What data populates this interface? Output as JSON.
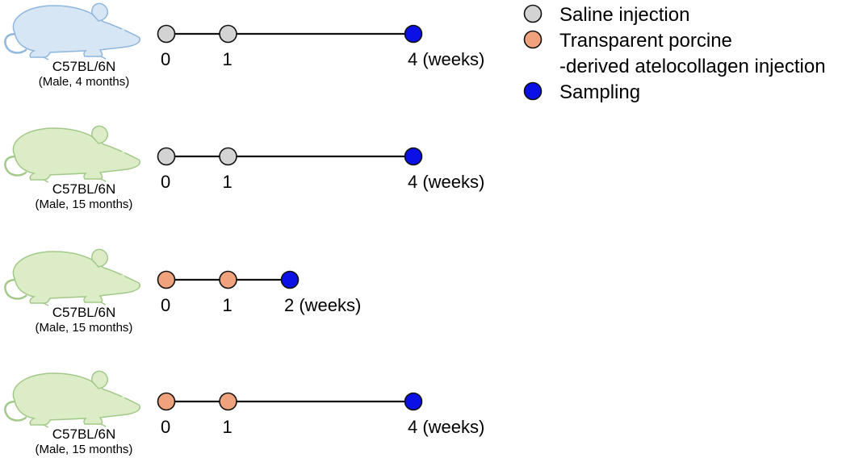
{
  "colors": {
    "saline": "#d3d3d3",
    "collagen": "#f0a27c",
    "sampling": "#0a10e6",
    "stroke": "#111111",
    "mouse_young_fill": "#d7e6f5",
    "mouse_young_edge": "#8fb6dd",
    "mouse_old_fill": "#dcecc7",
    "mouse_old_edge": "#a3c98a"
  },
  "legend": [
    {
      "marker": "saline",
      "lines": [
        "Saline injection"
      ]
    },
    {
      "marker": "collagen",
      "lines": [
        "Transparent porcine",
        "-derived atelocollagen injection"
      ]
    },
    {
      "marker": "sampling",
      "lines": [
        "Sampling"
      ]
    }
  ],
  "groups": [
    {
      "mouse": {
        "strain": "C57BL/6N",
        "detail": "(Male, 4 months)",
        "tone": "young"
      },
      "timeline": {
        "events": [
          {
            "time": 0,
            "marker": "saline",
            "label": "0"
          },
          {
            "time": 1,
            "marker": "saline",
            "label": "1"
          },
          {
            "time": 4,
            "marker": "sampling",
            "label": "4 (weeks)"
          }
        ]
      }
    },
    {
      "mouse": {
        "strain": "C57BL/6N",
        "detail": "(Male, 15 months)",
        "tone": "old"
      },
      "timeline": {
        "events": [
          {
            "time": 0,
            "marker": "saline",
            "label": "0"
          },
          {
            "time": 1,
            "marker": "saline",
            "label": "1"
          },
          {
            "time": 4,
            "marker": "sampling",
            "label": "4 (weeks)"
          }
        ]
      }
    },
    {
      "mouse": {
        "strain": "C57BL/6N",
        "detail": "(Male, 15 months)",
        "tone": "old"
      },
      "timeline": {
        "events": [
          {
            "time": 0,
            "marker": "collagen",
            "label": "0"
          },
          {
            "time": 1,
            "marker": "collagen",
            "label": "1"
          },
          {
            "time": 2,
            "marker": "sampling",
            "label": "2 (weeks)"
          }
        ]
      }
    },
    {
      "mouse": {
        "strain": "C57BL/6N",
        "detail": "(Male, 15 months)",
        "tone": "old"
      },
      "timeline": {
        "events": [
          {
            "time": 0,
            "marker": "collagen",
            "label": "0"
          },
          {
            "time": 1,
            "marker": "collagen",
            "label": "1"
          },
          {
            "time": 4,
            "marker": "sampling",
            "label": "4 (weeks)"
          }
        ]
      }
    }
  ]
}
